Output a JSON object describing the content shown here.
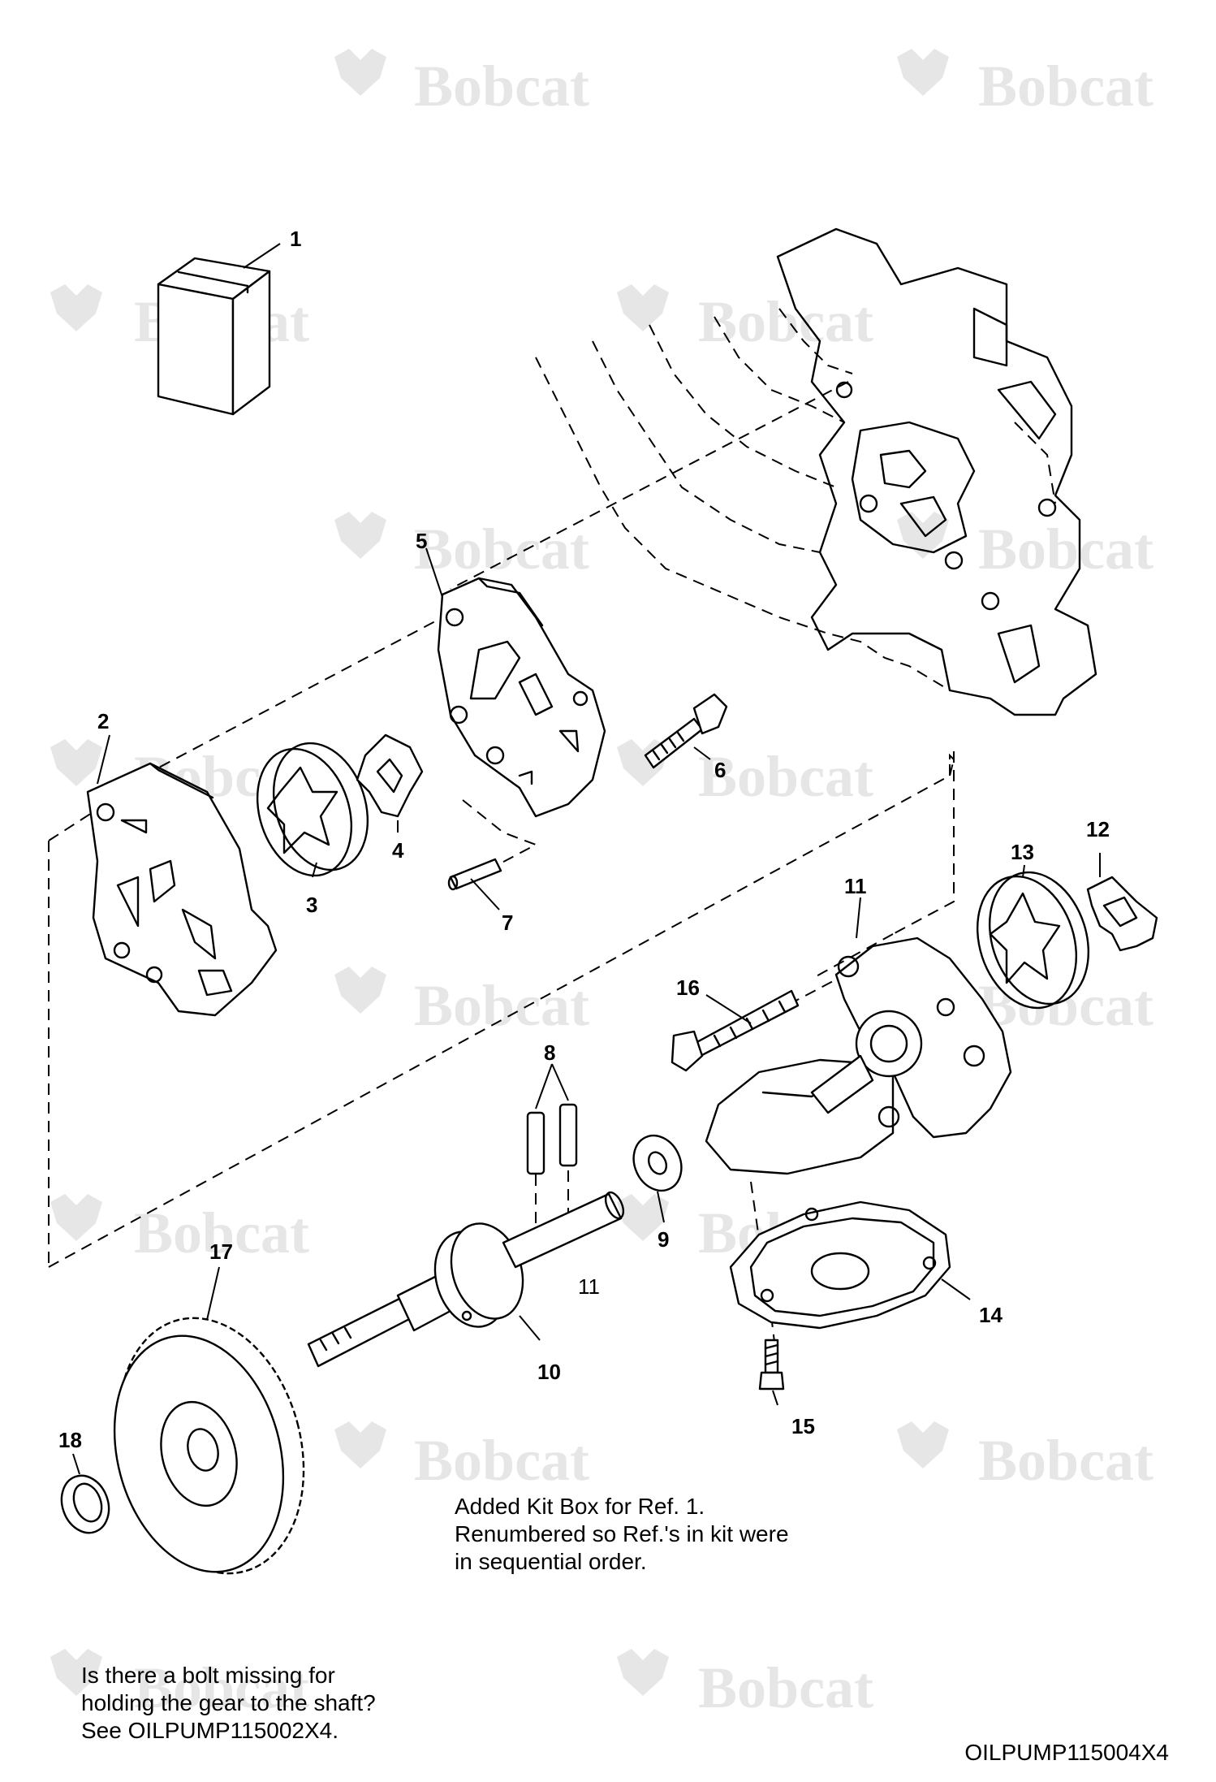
{
  "watermark": {
    "text": "Bobcat",
    "color": "#e6e6e6"
  },
  "callouts": {
    "c1": "1",
    "c2": "2",
    "c3": "3",
    "c4": "4",
    "c5": "5",
    "c6": "6",
    "c7": "7",
    "c8": "8",
    "c9": "9",
    "c10": "10",
    "c11": "11",
    "c11b": "11",
    "c12": "12",
    "c13": "13",
    "c14": "14",
    "c15": "15",
    "c16": "16",
    "c17": "17",
    "c18": "18"
  },
  "notes": {
    "kit_box": "Added Kit Box for Ref. 1.\nRenumbered so Ref.'s in kit were\nin sequential order.",
    "bolt_question": "Is there a bolt missing for\nholding the gear to the shaft?\nSee OILPUMP115002X4."
  },
  "figure_id": "OILPUMP115004X4"
}
